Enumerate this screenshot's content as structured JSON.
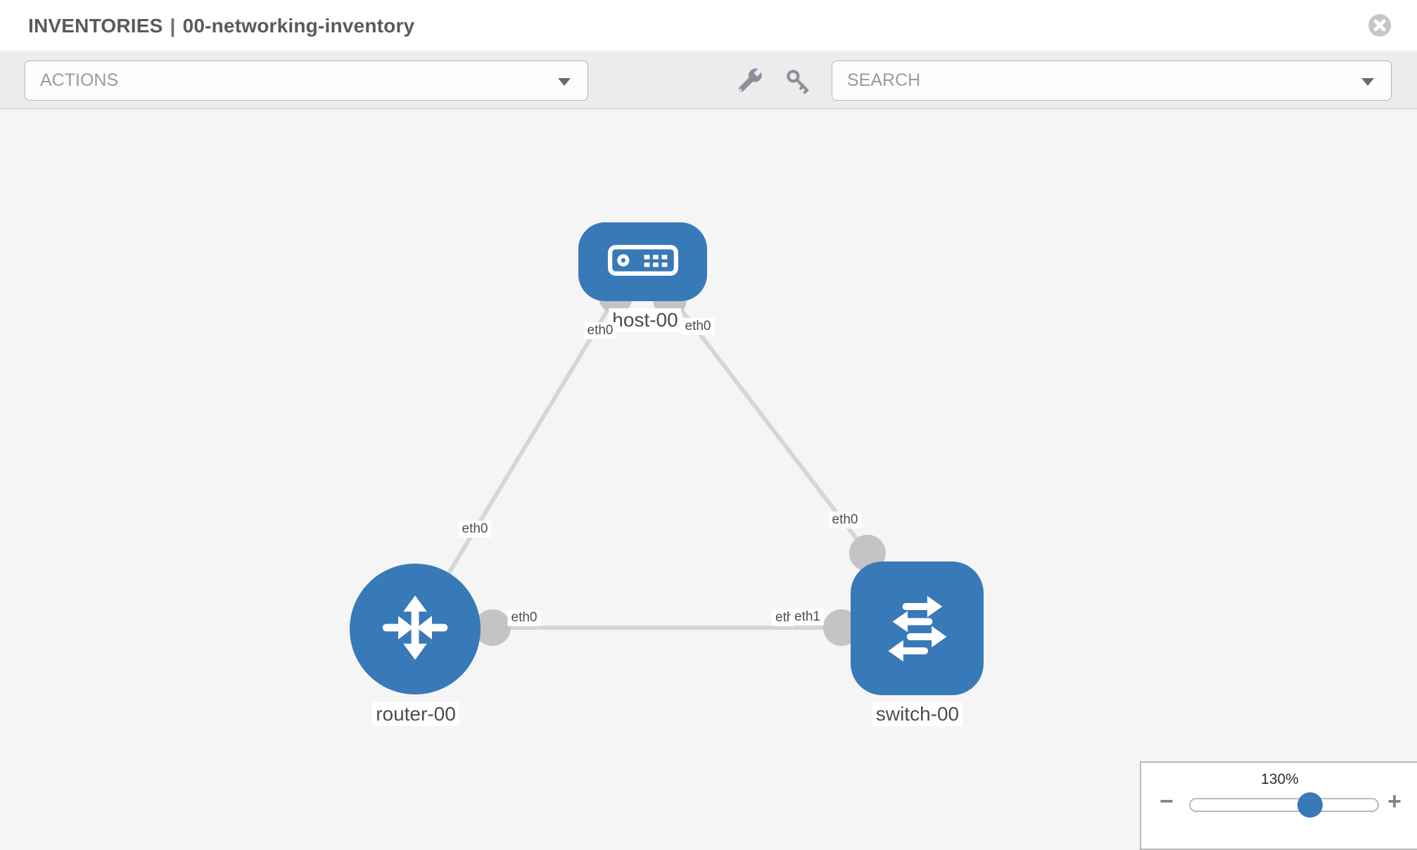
{
  "header": {
    "title_primary": "INVENTORIES",
    "title_separator": "|",
    "title_secondary": "00-networking-inventory"
  },
  "toolbar": {
    "actions_placeholder": "ACTIONS",
    "search_placeholder": "SEARCH",
    "icons": [
      "wrench-icon",
      "key-icon"
    ]
  },
  "topology": {
    "nodes": [
      {
        "id": "host-00",
        "type": "host",
        "label": "host-00"
      },
      {
        "id": "router-00",
        "type": "router",
        "label": "router-00"
      },
      {
        "id": "switch-00",
        "type": "switch",
        "label": "switch-00"
      }
    ],
    "links": [
      {
        "from": "router-00",
        "to": "host-00",
        "from_interface": "eth0",
        "to_interface": "eth0"
      },
      {
        "from": "switch-00",
        "to": "host-00",
        "from_interface": "eth0",
        "to_interface": "eth0"
      },
      {
        "from": "router-00",
        "to": "switch-00",
        "from_interface": "eth0",
        "to_interface": "eth1"
      }
    ],
    "interface_labels": {
      "host_left": "eth0",
      "host_right": "eth0",
      "router_top": "eth0",
      "link_mid_left": "eth0",
      "switch_top": "eth0",
      "link_mid_right_back": "eth0",
      "link_mid_right_front": "eth1"
    }
  },
  "zoom_control": {
    "level": "130%",
    "percent": 64,
    "minus_label": "−",
    "plus_label": "+"
  },
  "colors": {
    "node_blue": "#3879b8",
    "link_gray": "#d6d6d6",
    "port_gray": "#c4c4c4",
    "slider_handle_blue": "#3879b8"
  }
}
